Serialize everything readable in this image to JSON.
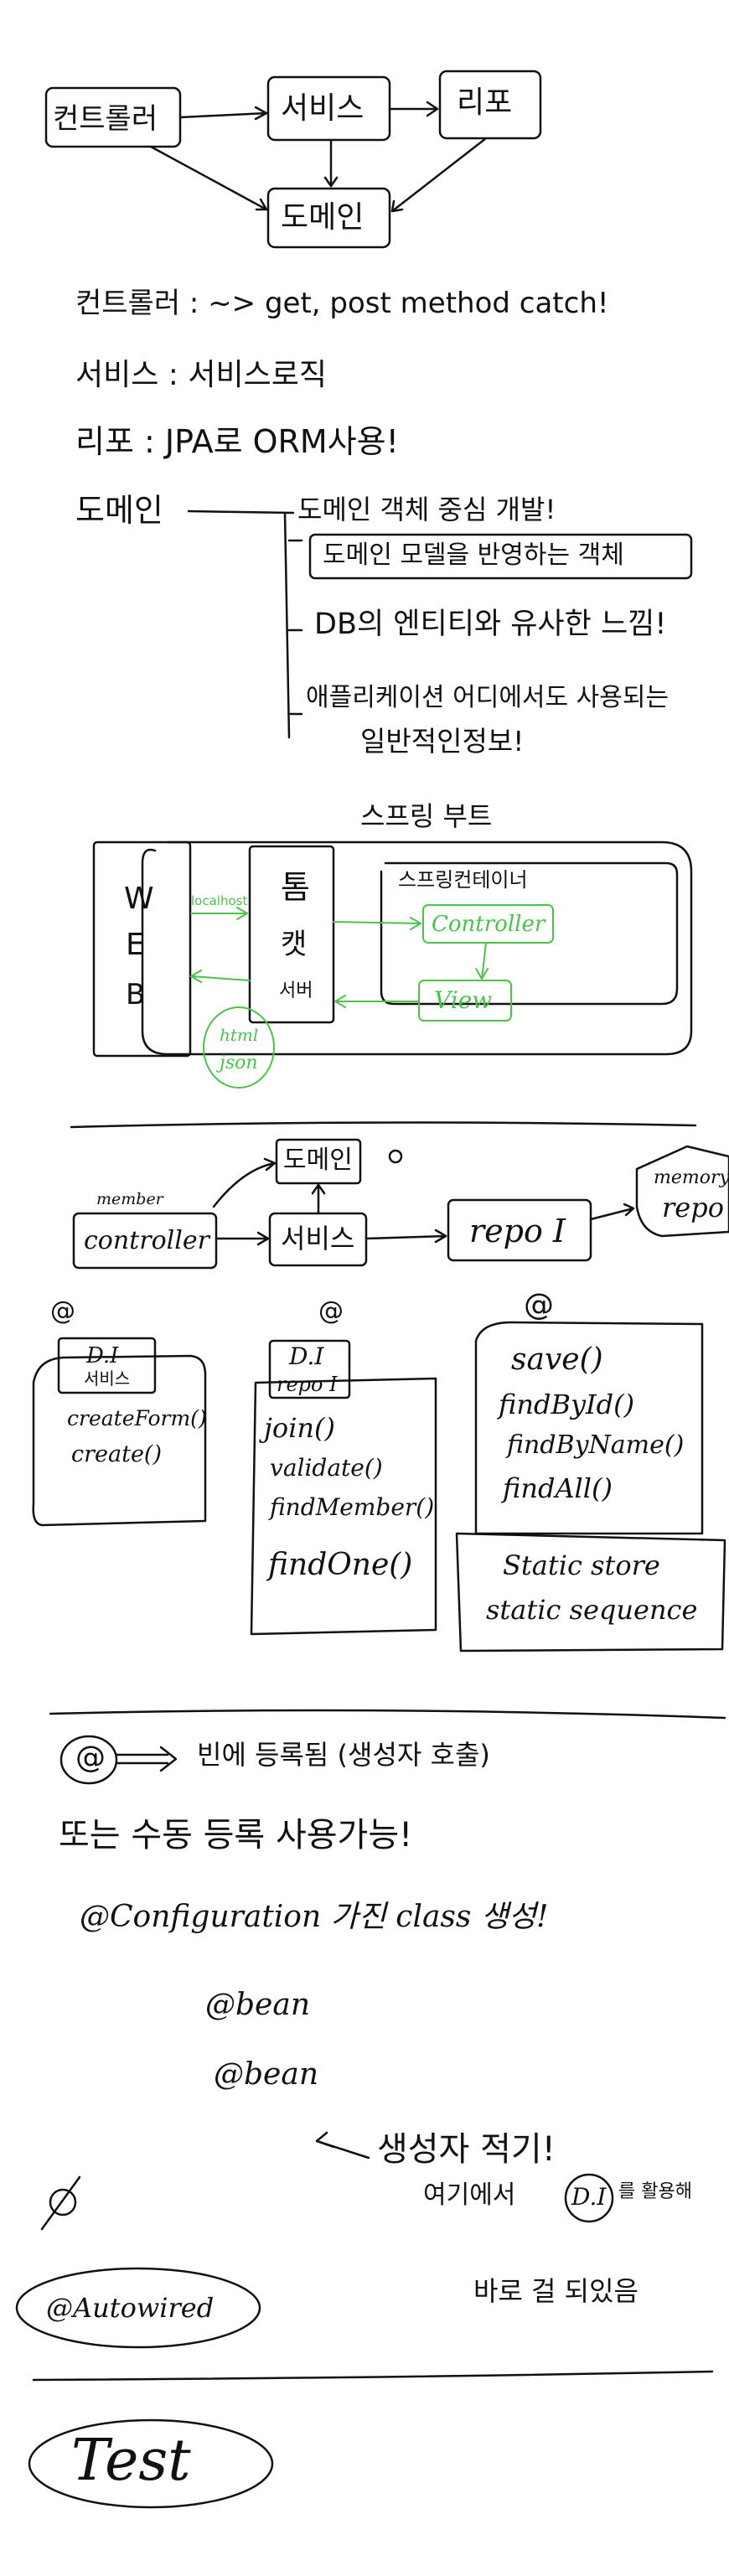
{
  "layer_diagram": {
    "controller": "컨트롤러",
    "service": "서비스",
    "repo": "리포",
    "domain": "도메인"
  },
  "descriptions": {
    "controller": "컨트롤러 : ~> get, post method catch!",
    "service": "서비스 : 서비스로직",
    "repo": "리포 : JPA로 ORM사용!",
    "domain_label": "도메인",
    "domain_notes": [
      "도메인 객체 중심 개발!",
      "도메인 모델을 반영하는 객체",
      "DB의 엔티티와 유사한 느낌!",
      "애플리케이션 어디에서도 사용되는",
      "일반적인정보!"
    ]
  },
  "spring_boot": {
    "title": "스프링 부트",
    "web_letters": [
      "W",
      "E",
      "B"
    ],
    "request": "localhost",
    "tomcat": [
      "톰",
      "캣",
      "서버"
    ],
    "container": "스프링컨테이너",
    "controller": "Controller",
    "view": "View",
    "html": "html",
    "json": "json"
  },
  "architecture": {
    "domain": "도메인",
    "member": "member",
    "controller": "controller",
    "service": "서비스",
    "repo": "repo I",
    "memory_repo": [
      "memory",
      "repo"
    ],
    "at": "@",
    "controller_card": {
      "di": "D.I",
      "dep": "서비스",
      "methods": [
        "createForm()",
        "create()"
      ]
    },
    "service_card": {
      "di": "D.I",
      "dep": "repo I",
      "methods": [
        "join()",
        "validate()",
        "findMember()",
        "findOne()"
      ]
    },
    "repo_card": {
      "methods": [
        "save()",
        "findById()",
        "findByName()",
        "findAll()"
      ]
    },
    "static_box": [
      "Static store",
      "static sequence"
    ]
  },
  "bean_notes": {
    "line1": "빈에 등록됨 (생성자 호출)",
    "line2": "또는 수동 등록 사용가능!",
    "line3": "@Configuration 가진 class 생성!",
    "bean1": "@bean",
    "bean2": "@bean",
    "line4": "생성자 적기!",
    "line5_a": "여기에서",
    "di": "D.I",
    "line5_b": "를 활용해",
    "line6": "바로 걸 되있음",
    "autowired": "@Autowired",
    "test": "Test"
  }
}
